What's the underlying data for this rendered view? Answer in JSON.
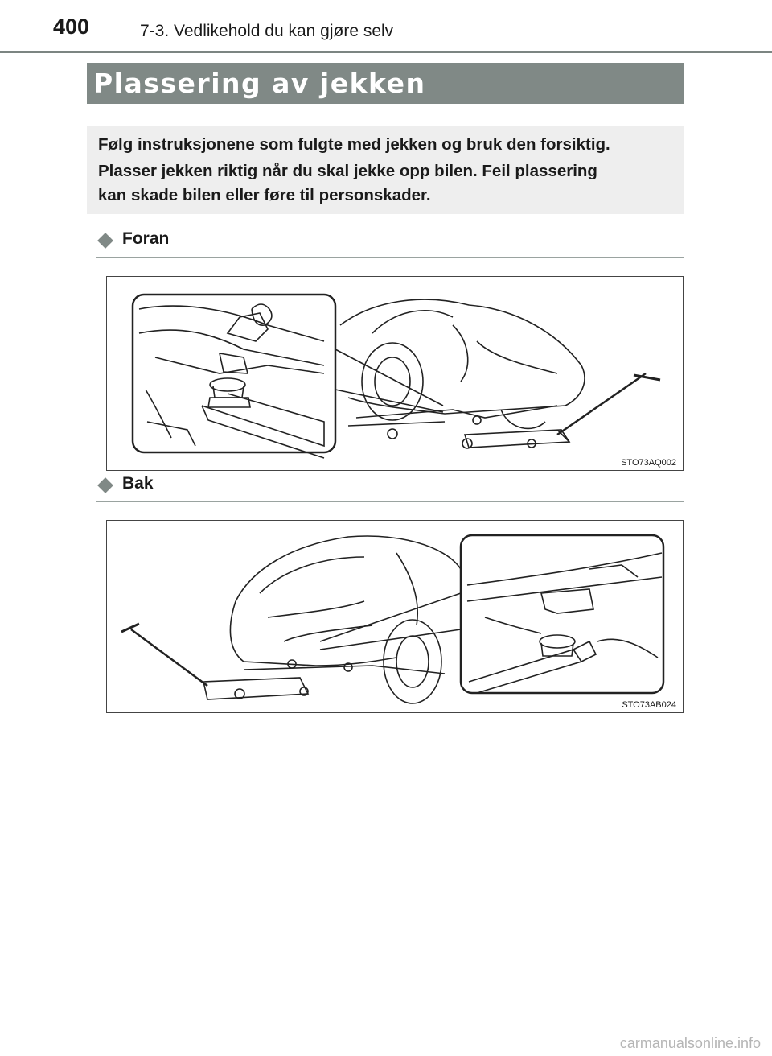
{
  "header": {
    "page_number": "400",
    "chapter": "7-3. Vedlikehold du kan gjøre selv"
  },
  "title": "Plassering av jekken",
  "note": {
    "line1": "Følg instruksjonene som fulgte med jekken og bruk den forsiktig.",
    "line2": "Plasser jekken riktig når du skal jekke opp bilen. Feil plassering",
    "line3": "kan skade bilen eller føre til personskader."
  },
  "sections": [
    {
      "label": "Foran",
      "figure_code": "STO73AQ002"
    },
    {
      "label": "Bak",
      "figure_code": "STO73AB024"
    }
  ],
  "watermark": "carmanualsonline.info",
  "colors": {
    "banner": "#808986",
    "note_bg": "#eeeeee",
    "rule": "#7c8582"
  }
}
